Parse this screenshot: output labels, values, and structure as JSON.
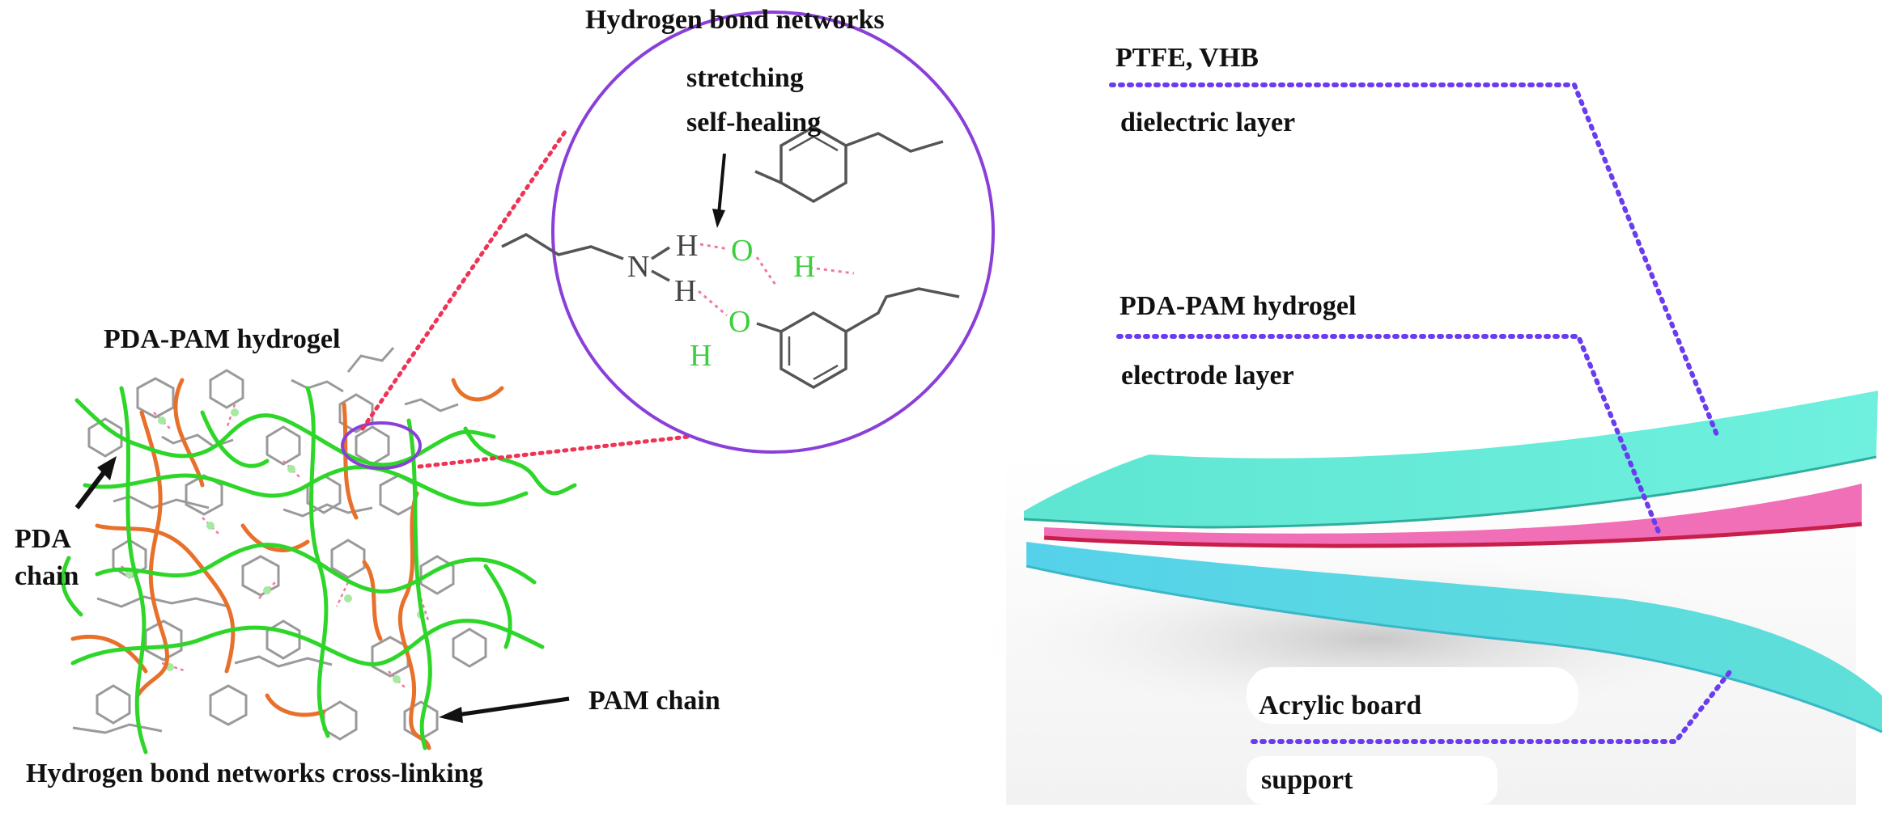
{
  "left_panel": {
    "zoom_title": "Hydrogen bond networks",
    "zoom_note_1": "stretching",
    "zoom_note_2": "self-healing",
    "hydrogel_label": "PDA-PAM hydrogel",
    "pda_chain_line1": "PDA",
    "pda_chain_line2": "chain",
    "pam_chain_label": "PAM chain",
    "bottom_caption": "Hydrogen bond networks cross-linking",
    "atoms": {
      "nitrogen": "N",
      "hydrogen": "H",
      "oxygen": "O"
    }
  },
  "right_panel": {
    "layer1_title": "PTFE, VHB",
    "layer1_sub": "dielectric layer",
    "layer2_title": "PDA-PAM hydrogel",
    "layer2_sub": "electrode layer",
    "layer3_title": "Acrylic board",
    "layer3_sub": "support"
  },
  "colors": {
    "pda_chain": "#2fd62a",
    "pam_chain": "#e8702a",
    "zoom_circle": "#8a3fd8",
    "leader_dots": "#6a3cf0",
    "zoom_dots": "#ee3355",
    "layer_cyan": "#62e8d6",
    "layer_blue": "#4fcfe6",
    "layer_pink": "#f06fb6",
    "hbond": "#f07aa0",
    "atom_green": "#3ccf3c"
  }
}
